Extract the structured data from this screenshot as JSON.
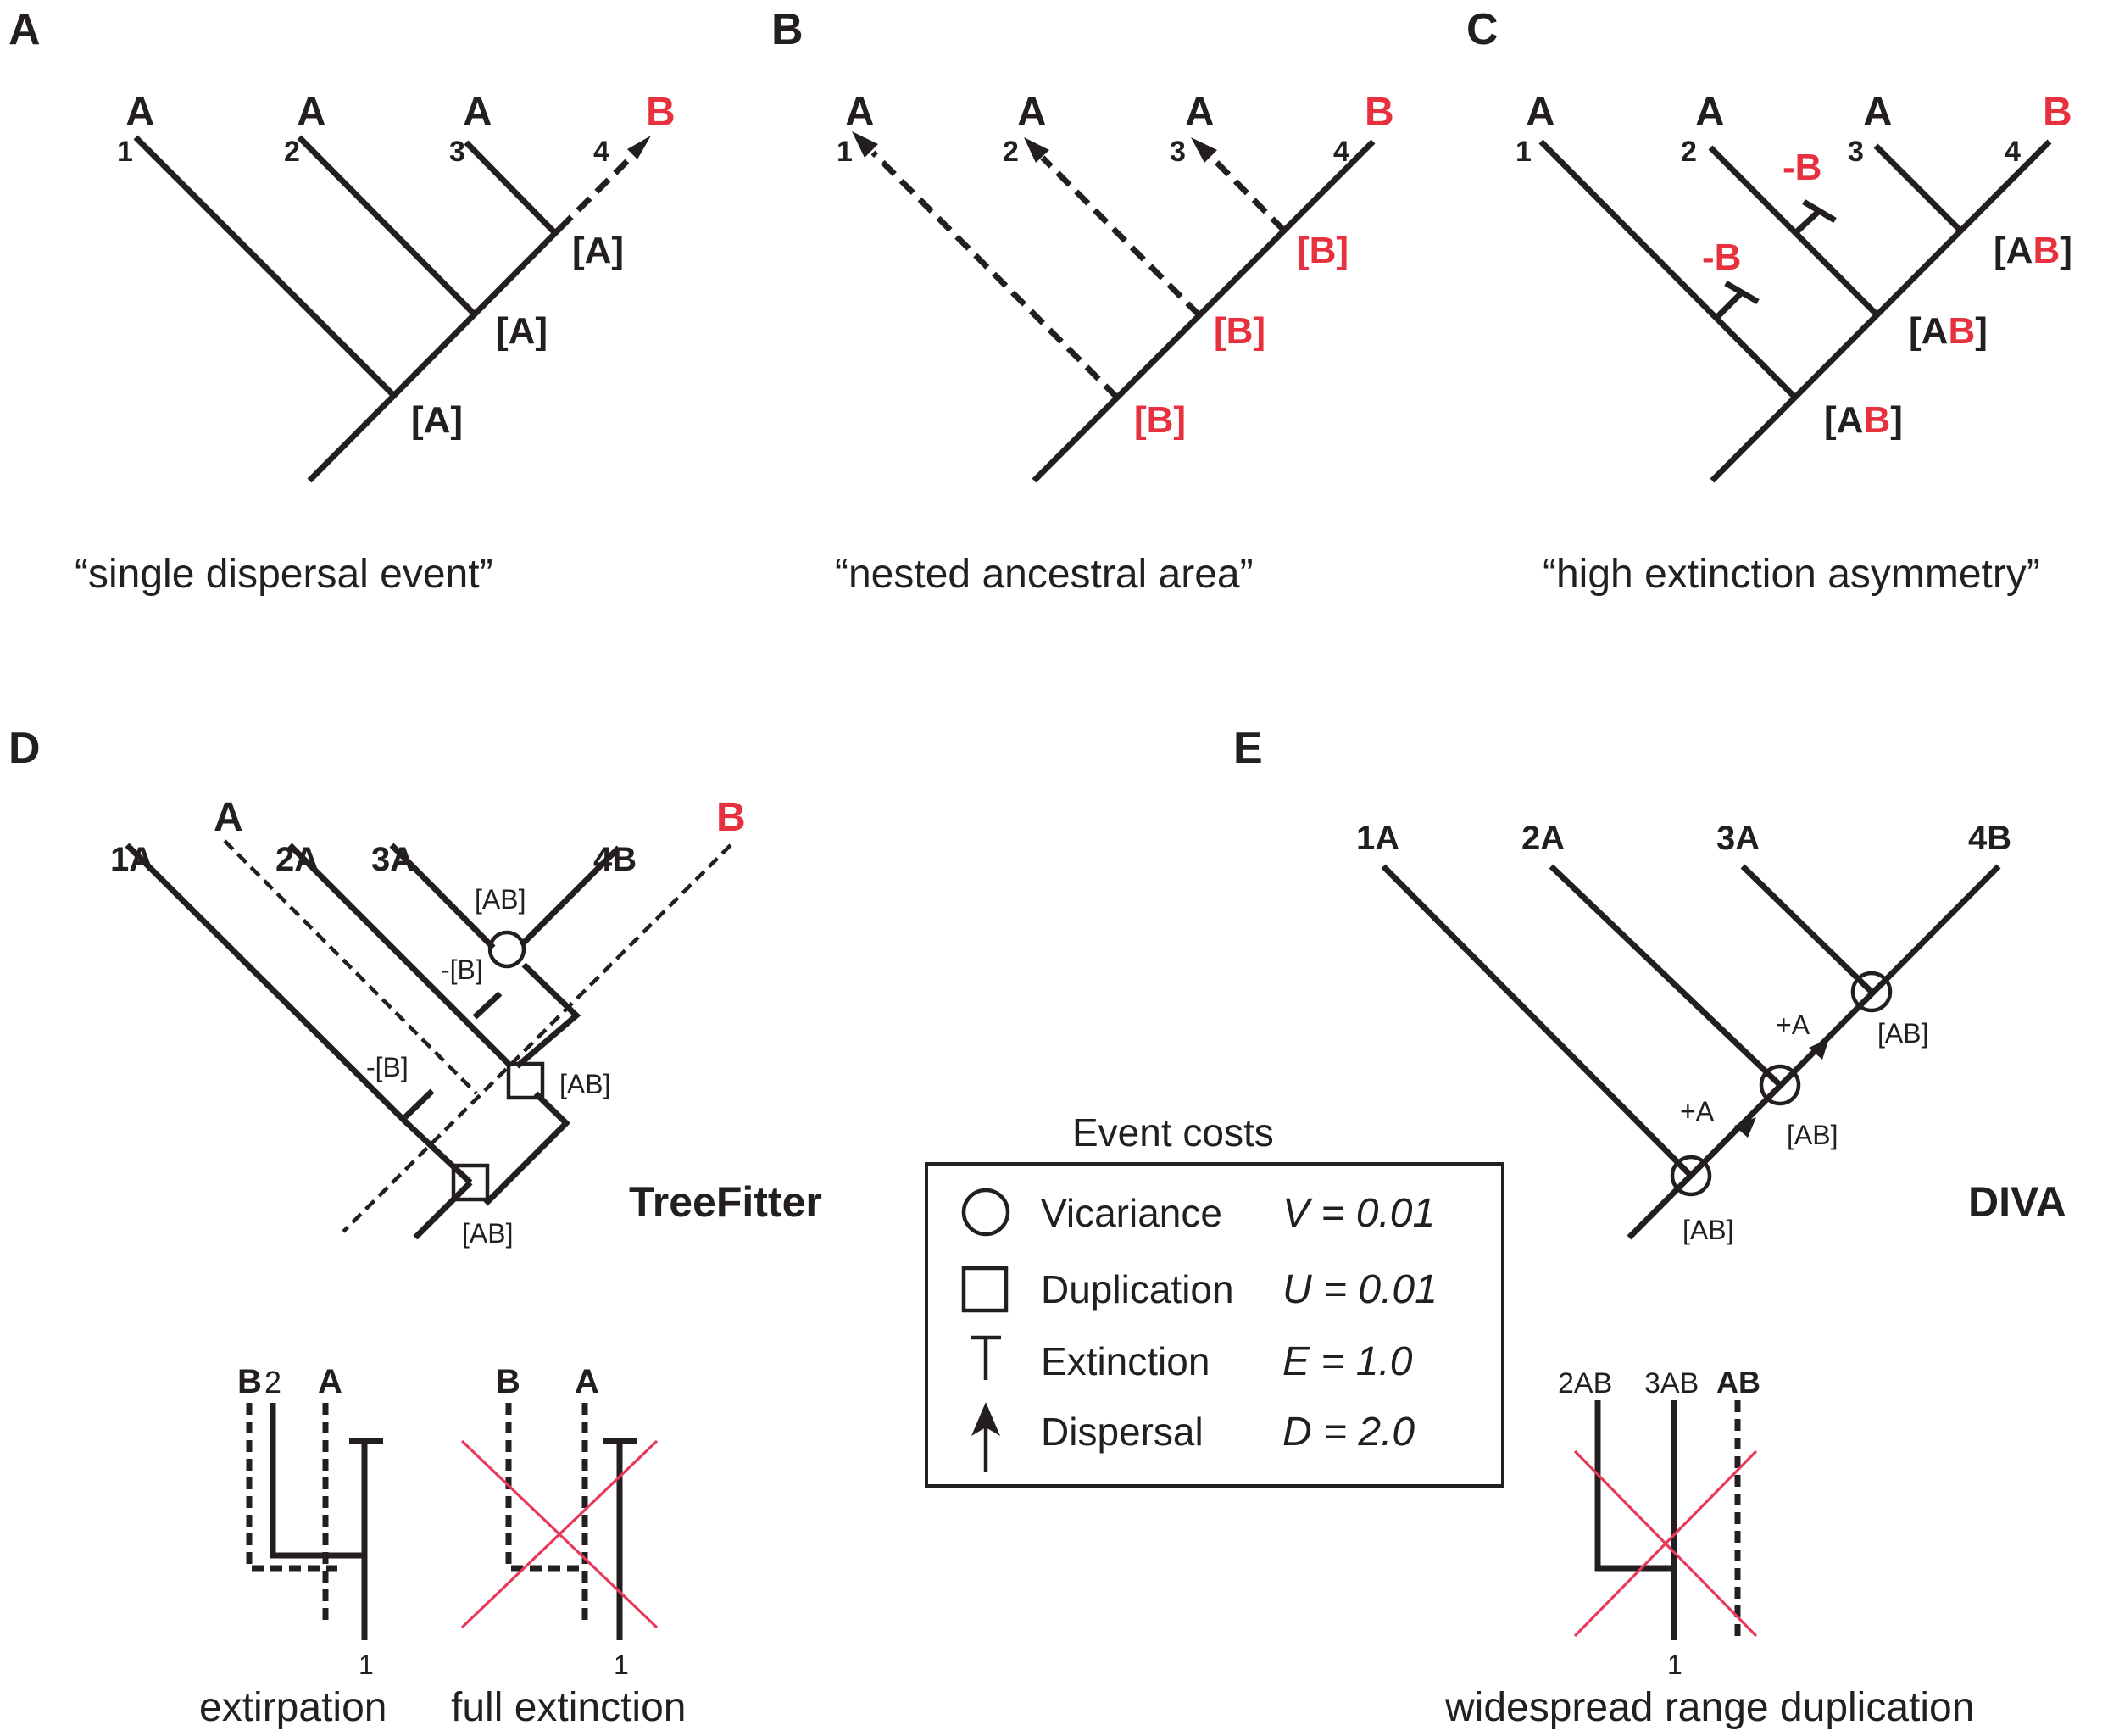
{
  "panels": {
    "A": {
      "letter": "A",
      "tip_letter": "A",
      "tip_letter_red": "B",
      "tips": [
        "1",
        "2",
        "3",
        "4"
      ],
      "node_label": "[A]",
      "caption": "“single dispersal event”"
    },
    "B": {
      "letter": "B",
      "tip_letter": "A",
      "tip_letter_red": "B",
      "tips": [
        "1",
        "2",
        "3",
        "4"
      ],
      "node_label": "[B]",
      "caption": "“nested ancestral area”"
    },
    "C": {
      "letter": "C",
      "tip_letter": "A",
      "tip_letter_red": "B",
      "tips": [
        "1",
        "2",
        "3",
        "4"
      ],
      "node_label_prefix": "[A",
      "node_label_red": "B",
      "node_label_suffix": "]",
      "extinction_label": "-B",
      "caption": "“high extinction asymmetry”"
    },
    "D": {
      "letter": "D",
      "tips": [
        "1A",
        "A",
        "2A",
        "3A",
        "4B",
        "B"
      ],
      "node_label": "[AB]",
      "extinction_label": "-[B]",
      "method": "TreeFitter",
      "inset_left": {
        "label_b": "B",
        "label_2": "2",
        "label_a": "A",
        "label_1": "1",
        "caption": "extirpation"
      },
      "inset_right": {
        "label_b": "B",
        "label_a": "A",
        "label_1": "1",
        "caption": "full extinction"
      }
    },
    "E": {
      "letter": "E",
      "tips": [
        "1A",
        "2A",
        "3A",
        "4B"
      ],
      "node_label": "[AB]",
      "dispersal_label": "+A",
      "method": "DIVA",
      "inset": {
        "tips": [
          "2AB",
          "3AB",
          "AB"
        ],
        "label_1": "1",
        "caption": "widespread range duplication"
      }
    }
  },
  "legend": {
    "title": "Event costs",
    "rows": [
      {
        "icon": "circle-icon",
        "name": "Vicariance",
        "cost": "V = 0.01"
      },
      {
        "icon": "square-icon",
        "name": "Duplication",
        "cost": "U = 0.01"
      },
      {
        "icon": "extinction-bar-icon",
        "name": "Extinction",
        "cost": "E = 1.0"
      },
      {
        "icon": "arrow-icon",
        "name": "Dispersal",
        "cost": "D = 2.0"
      }
    ]
  },
  "colors": {
    "ink": "#231f20",
    "red": "#e8313f",
    "cross": "#e8395a"
  }
}
